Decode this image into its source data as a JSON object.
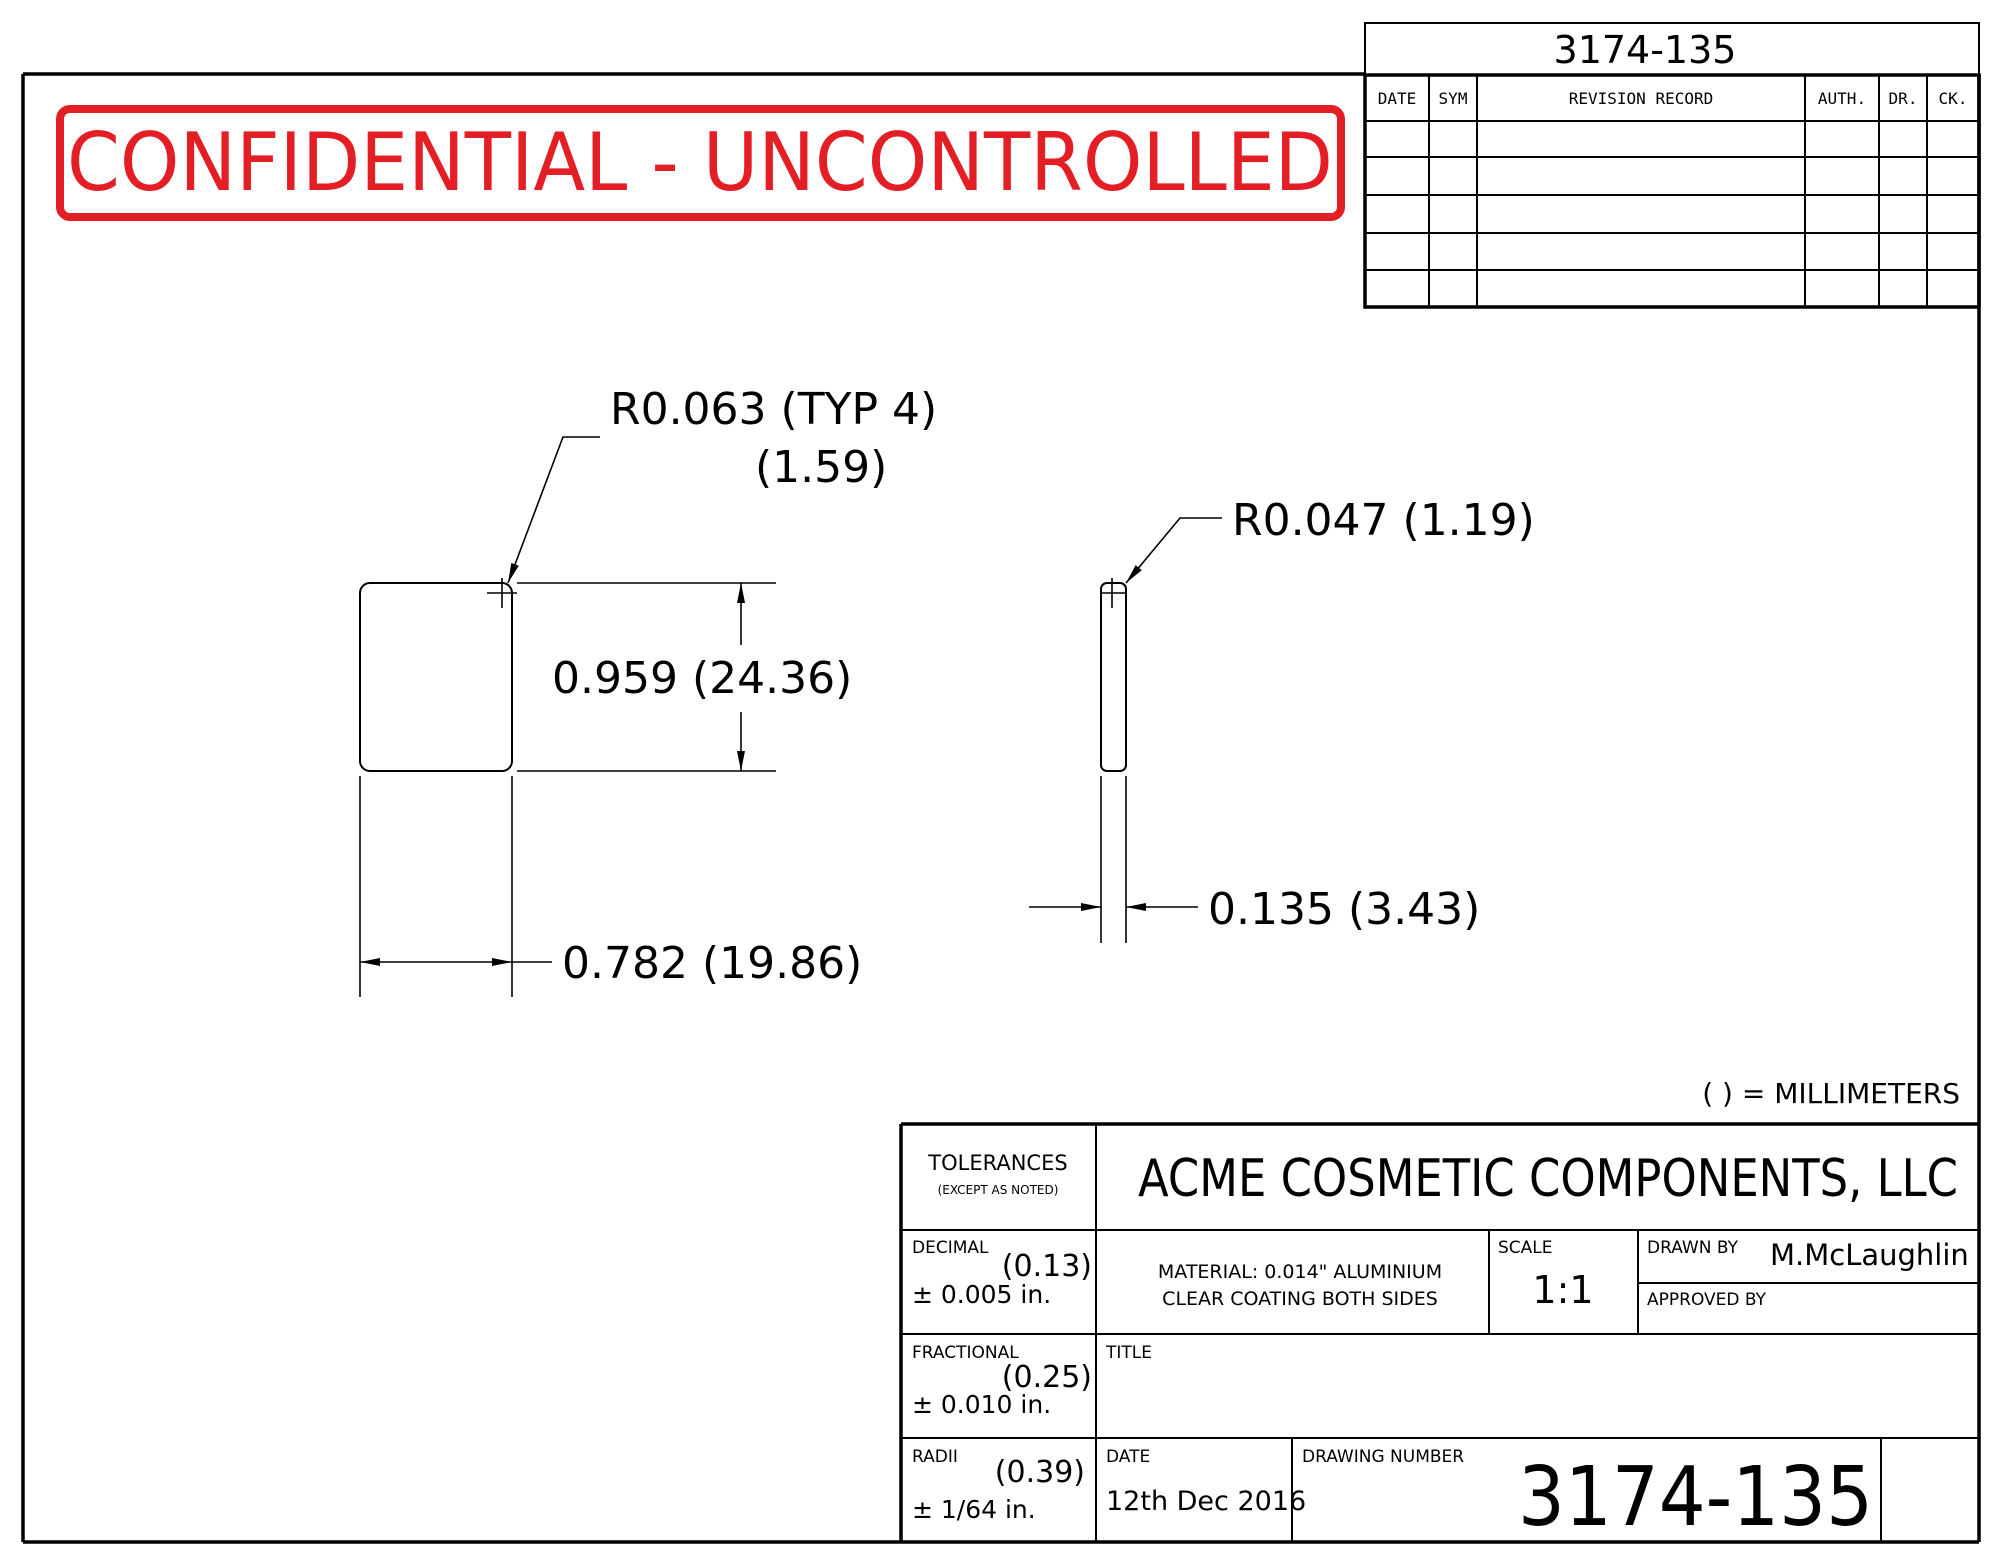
{
  "header_number": "3174-135",
  "stamp": {
    "text": "CONFIDENTIAL - UNCONTROLLED",
    "color": "#e31e24"
  },
  "revision_table": {
    "headers": {
      "date": "DATE",
      "sym": "SYM",
      "record": "REVISION RECORD",
      "auth": "AUTH.",
      "dr": "DR.",
      "ck": "CK."
    },
    "row_count": 5
  },
  "dimensions": {
    "corner_radius": "R0.063 (TYP 4)",
    "corner_radius_mm": "(1.59)",
    "height": "0.959 (24.36)",
    "width": "0.782 (19.86)",
    "edge_radius": "R0.047 (1.19)",
    "thickness": "0.135 (3.43)"
  },
  "units_note": "( ) = MILLIMETERS",
  "title_block": {
    "tolerances_label": "TOLERANCES",
    "tolerances_sub": "(EXCEPT AS NOTED)",
    "company": "ACME COSMETIC COMPONENTS, LLC",
    "decimal_label": "DECIMAL",
    "decimal_mm": "(0.13)",
    "decimal_value": "± 0.005 in.",
    "material_line1": "MATERIAL: 0.014\" ALUMINIUM",
    "material_line2": "CLEAR COATING BOTH SIDES",
    "scale_label": "SCALE",
    "scale_value": "1:1",
    "drawn_by_label": "DRAWN BY",
    "drawn_by_value": "M.McLaughlin",
    "approved_by_label": "APPROVED BY",
    "fractional_label": "FRACTIONAL",
    "fractional_mm": "(0.25)",
    "fractional_value": "± 0.010 in.",
    "title_label": "TITLE",
    "radii_label": "RADII",
    "radii_mm": "(0.39)",
    "radii_value": "± 1/64 in.",
    "date_label": "DATE",
    "date_value": "12th Dec 2016",
    "drawing_number_label": "DRAWING NUMBER",
    "drawing_number_value": "3174-135"
  }
}
